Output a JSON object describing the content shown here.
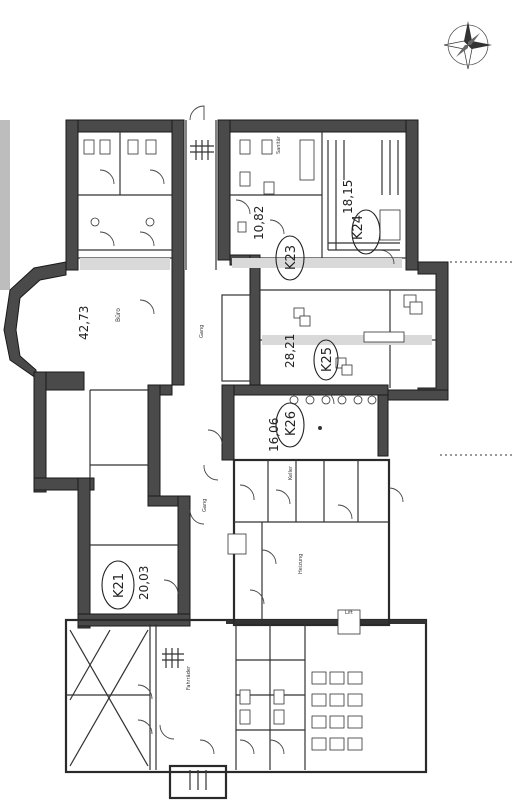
{
  "compass": {
    "icon": "compass-rose-icon"
  },
  "rooms": {
    "r_k24": {
      "code": "K24",
      "area": "18,15"
    },
    "r_k23": {
      "code": "K23",
      "area": "10,82"
    },
    "r_wc_top": {
      "label": "Sanitär"
    },
    "r_buro": {
      "label": "Büro",
      "area": "42,73"
    },
    "r_k25": {
      "code": "K25",
      "area": "28,21"
    },
    "r_k26": {
      "code": "K26",
      "area": "16,06"
    },
    "r_k21": {
      "code": "K21",
      "area": "20,03"
    },
    "r_gang1": {
      "label": "Gang"
    },
    "r_gang2": {
      "label": "Gang"
    },
    "r_keller": {
      "label": "Keller"
    },
    "r_heizung": {
      "label": "Heizung"
    },
    "r_fahrrad": {
      "label": "Fahrräder"
    },
    "r_lift": {
      "label": "Lift"
    }
  }
}
